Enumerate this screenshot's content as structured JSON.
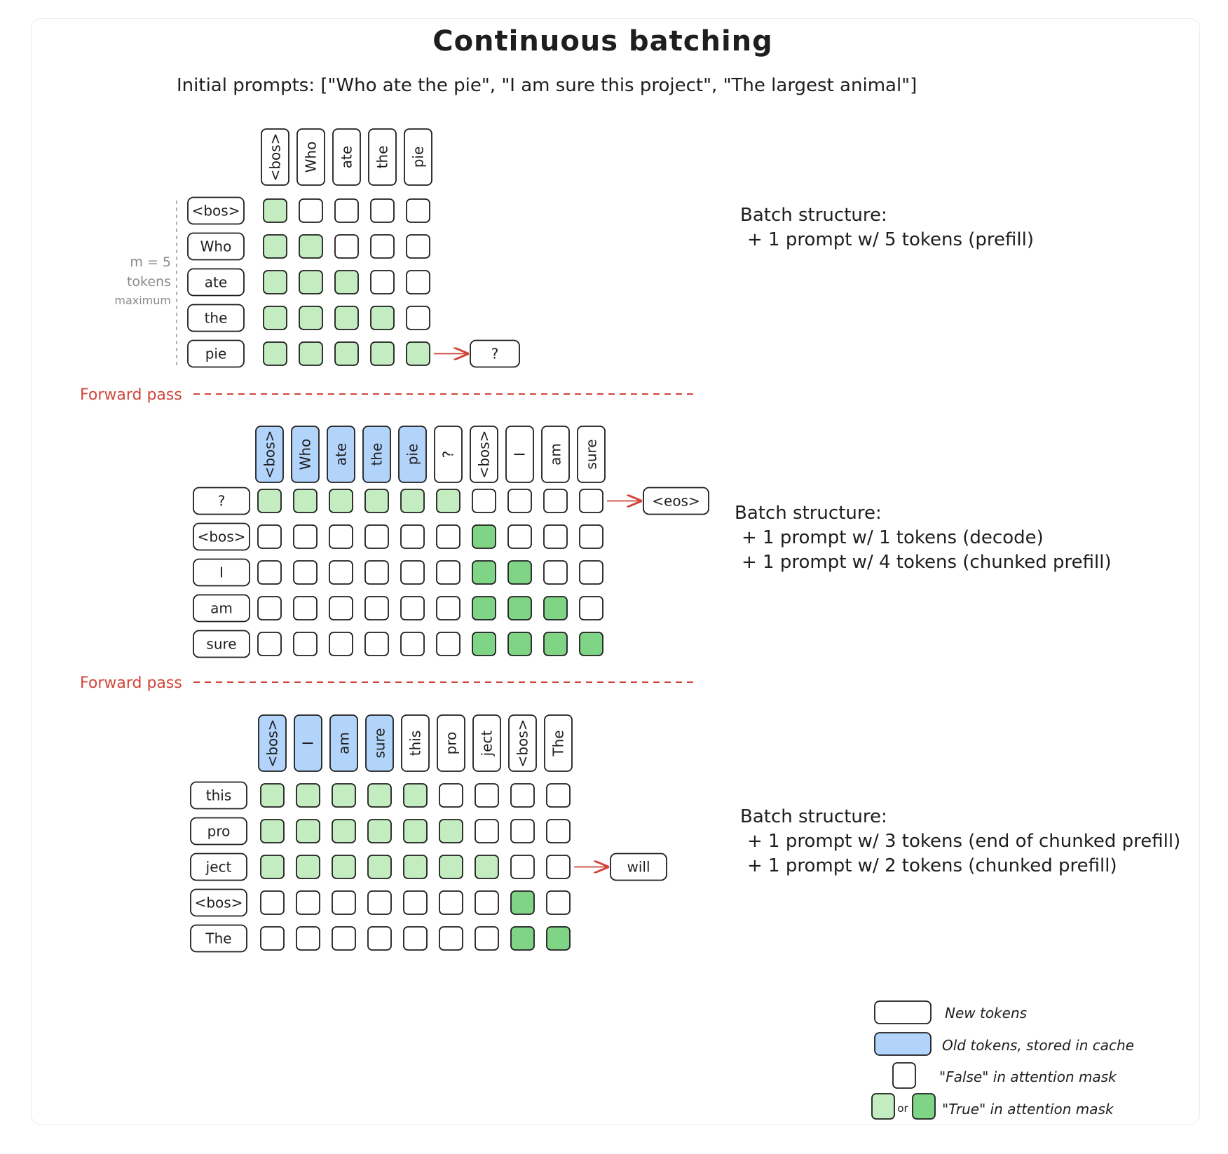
{
  "title": "Continuous batching",
  "subtitle": "Initial prompts: [\"Who ate the pie\", \"I am sure this project\", \"The largest animal\"]",
  "forward_pass_label": "Forward pass",
  "max_tokens_label": {
    "line1": "m = 5",
    "line2": "tokens",
    "line3": "maximum"
  },
  "colors": {
    "cell_false": "#ffffff",
    "cell_true_light": "#c3ecc0",
    "cell_true_dark": "#7fd486",
    "cached": "#b2d4fb",
    "stroke": "#1e1e1e",
    "forward_pass": "#d0453a",
    "arrow": "#d0453a"
  },
  "steps": [
    {
      "columns": [
        "<bos>",
        "Who",
        "ate",
        "the",
        "pie"
      ],
      "cached": [
        0,
        0,
        0,
        0,
        0
      ],
      "rows": [
        "<bos>",
        "Who",
        "ate",
        "the",
        "pie"
      ],
      "mask": [
        [
          1,
          0,
          0,
          0,
          0
        ],
        [
          1,
          1,
          0,
          0,
          0
        ],
        [
          1,
          1,
          1,
          0,
          0
        ],
        [
          1,
          1,
          1,
          1,
          0
        ],
        [
          1,
          1,
          1,
          1,
          1
        ]
      ],
      "output": {
        "row": 4,
        "token": "?"
      },
      "batch_title": "Batch structure:",
      "batch_lines": [
        "+ 1 prompt w/ 5 tokens (prefill)"
      ]
    },
    {
      "columns": [
        "<bos>",
        "Who",
        "ate",
        "the",
        "pie",
        "?",
        "<bos>",
        "I",
        "am",
        "sure"
      ],
      "cached": [
        1,
        1,
        1,
        1,
        1,
        0,
        0,
        0,
        0,
        0
      ],
      "rows": [
        "?",
        "<bos>",
        "I",
        "am",
        "sure"
      ],
      "mask": [
        [
          1,
          1,
          1,
          1,
          1,
          1,
          0,
          0,
          0,
          0
        ],
        [
          0,
          0,
          0,
          0,
          0,
          0,
          2,
          0,
          0,
          0
        ],
        [
          0,
          0,
          0,
          0,
          0,
          0,
          2,
          2,
          0,
          0
        ],
        [
          0,
          0,
          0,
          0,
          0,
          0,
          2,
          2,
          2,
          0
        ],
        [
          0,
          0,
          0,
          0,
          0,
          0,
          2,
          2,
          2,
          2
        ]
      ],
      "output": {
        "row": 0,
        "token": "<eos>"
      },
      "batch_title": "Batch structure:",
      "batch_lines": [
        "+ 1 prompt w/ 1 tokens (decode)",
        "+ 1 prompt w/ 4 tokens (chunked prefill)"
      ]
    },
    {
      "columns": [
        "<bos>",
        "I",
        "am",
        "sure",
        "this",
        "pro",
        "ject",
        "<bos>",
        "The"
      ],
      "cached": [
        1,
        1,
        1,
        1,
        0,
        0,
        0,
        0,
        0
      ],
      "rows": [
        "this",
        "pro",
        "ject",
        "<bos>",
        "The"
      ],
      "mask": [
        [
          1,
          1,
          1,
          1,
          1,
          0,
          0,
          0,
          0
        ],
        [
          1,
          1,
          1,
          1,
          1,
          1,
          0,
          0,
          0
        ],
        [
          1,
          1,
          1,
          1,
          1,
          1,
          1,
          0,
          0
        ],
        [
          0,
          0,
          0,
          0,
          0,
          0,
          0,
          2,
          0
        ],
        [
          0,
          0,
          0,
          0,
          0,
          0,
          0,
          2,
          2
        ]
      ],
      "output": {
        "row": 2,
        "token": "will"
      },
      "batch_title": "Batch structure:",
      "batch_lines": [
        "+ 1 prompt w/ 3 tokens (end of chunked prefill)",
        "+ 1 prompt w/ 2 tokens (chunked prefill)"
      ]
    }
  ],
  "legend": {
    "new_tokens": "New tokens",
    "old_tokens": "Old tokens, stored in cache",
    "false_mask": "\"False\" in attention mask",
    "or": "or",
    "true_mask": "\"True\" in attention mask"
  }
}
